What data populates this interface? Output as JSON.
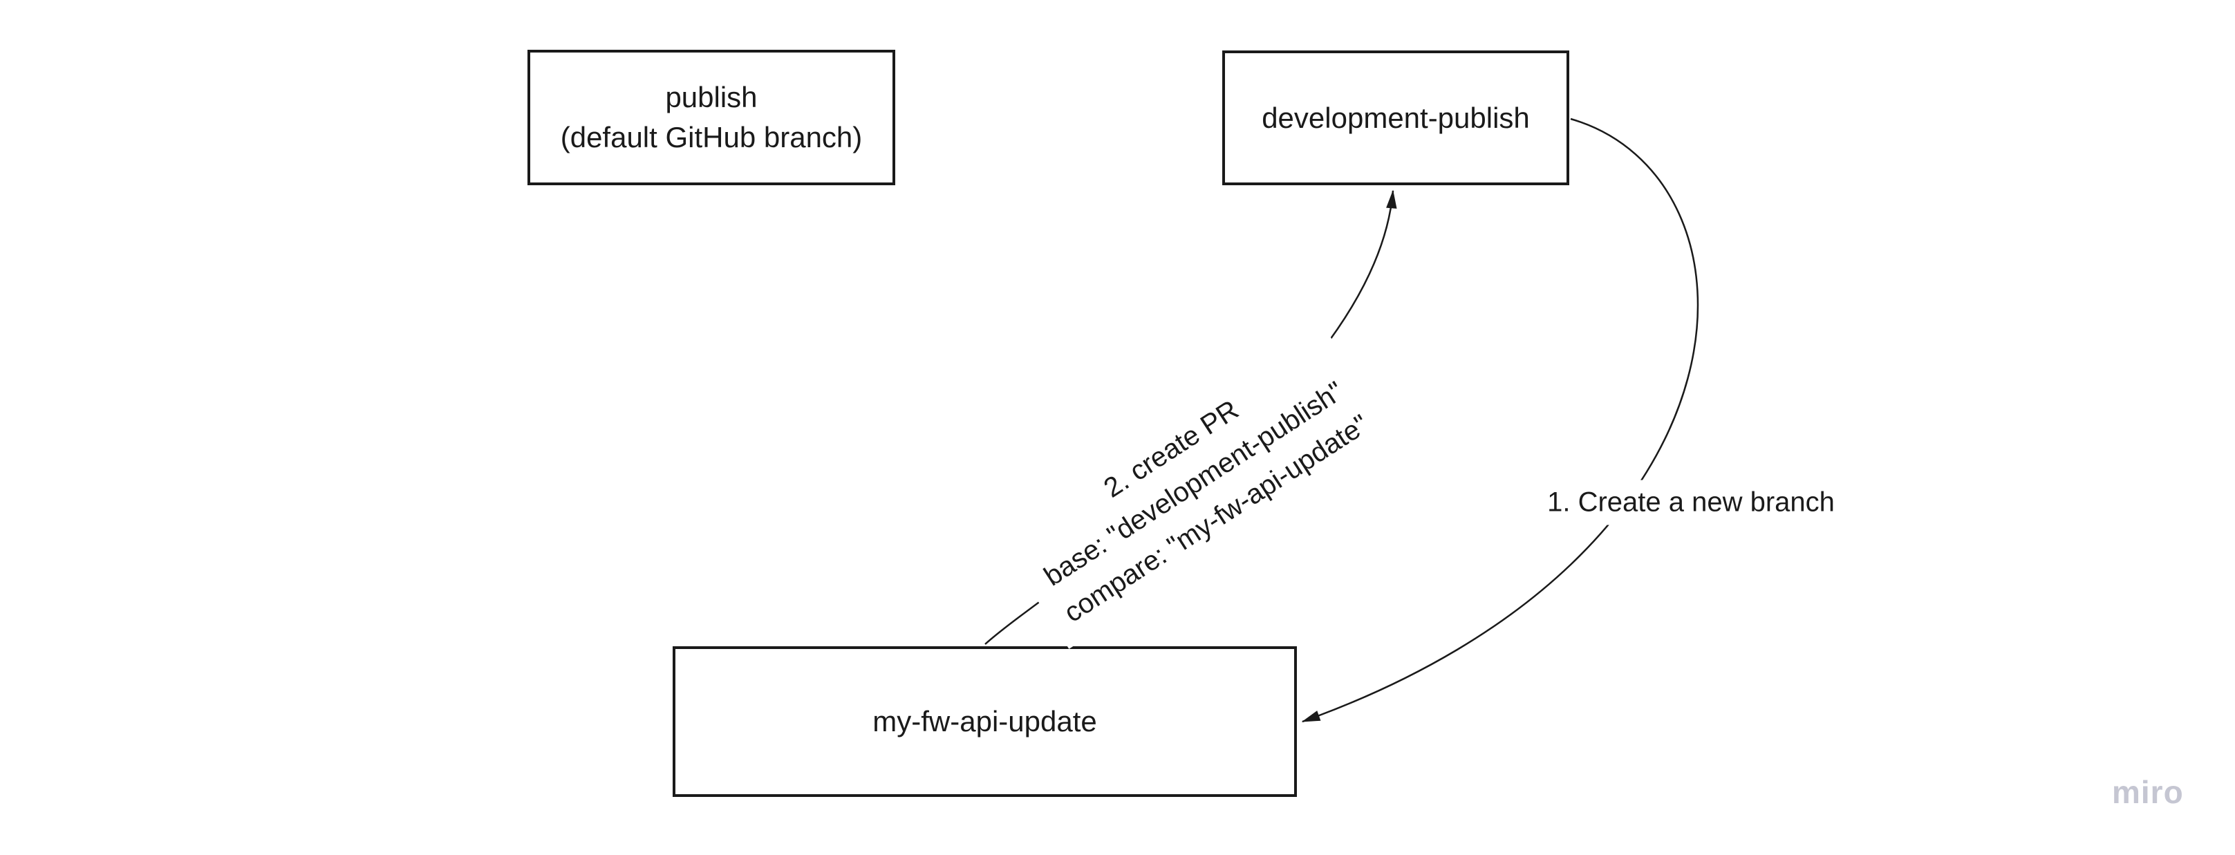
{
  "colors": {
    "background": "#ffffff",
    "stroke": "#1a1a1a",
    "text": "#1a1a1a",
    "watermark": "#c5c6d2"
  },
  "boxes": {
    "publish": {
      "line1": "publish",
      "line2": "(default GitHub branch)"
    },
    "development_publish": {
      "label": "development-publish"
    },
    "my_fw_api_update": {
      "label": "my-fw-api-update"
    }
  },
  "connectors": {
    "create_branch": {
      "label": "1. Create a new branch"
    },
    "create_pr": {
      "line1": "2. create PR",
      "line2": "base: \"development-publish\"",
      "line3": "compare: \"my-fw-api-update\""
    }
  },
  "watermark": {
    "label": "miro"
  }
}
